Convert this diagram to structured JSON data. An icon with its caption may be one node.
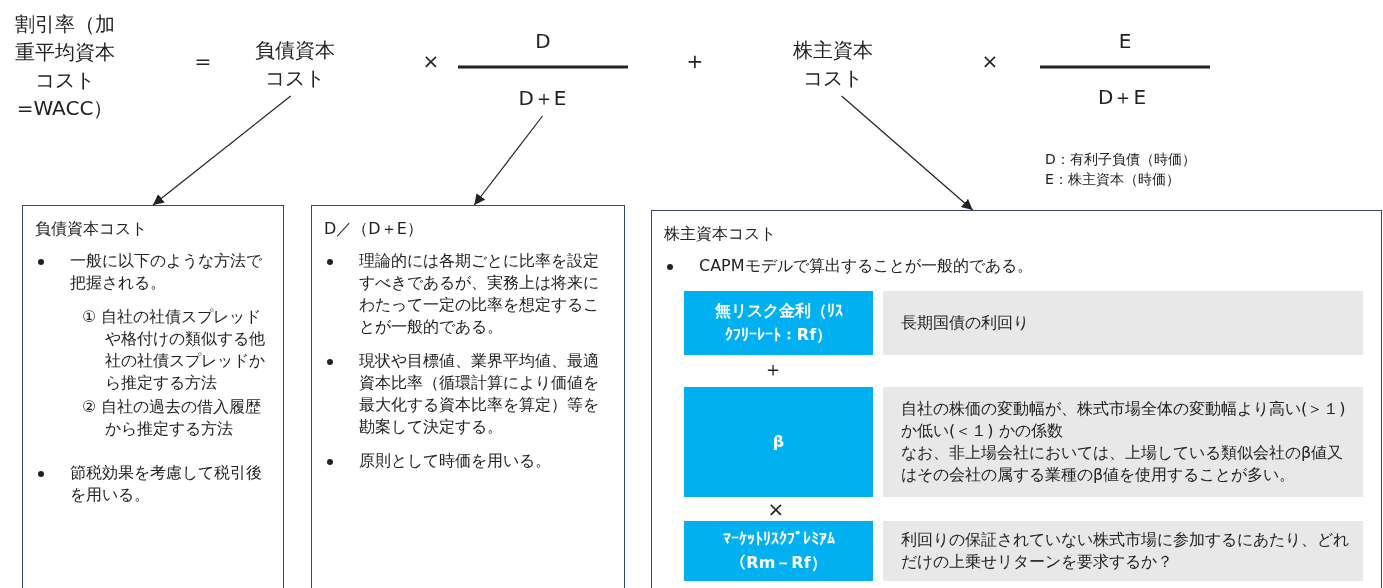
{
  "diagram": {
    "nodes": [
      {
        "text": [
          "負債資本コスト"
        ]
      },
      {
        "text": [
          "D＋E"
        ]
      },
      {
        "text": [
          "株主資本コスト"
        ]
      },
      {
        "text": [
          "負債資本コスト",
          "一般に以下のような方法で把握される。",
          "① 自社の社債スプレッドや格付けの類似する他社の社債スプレッドから推定する方法",
          "② 自社の過去の借入履歴から推定する方法",
          "節税効果を考慮して税引後を用いる。"
        ]
      },
      {
        "text": [
          "D／（D＋E）",
          "理論的には各期ごとに比率を設定すべきであるが、実務上は将来にわたって一定の比率を想定することが一般的である。",
          "現状や目標値、業界平均値、最適資本比率（循環計算により価値を最大化する資本比率を算定）等を勘案して決定する。",
          "原則として時価を用いる。"
        ]
      },
      {
        "text": [
          "株主資本コスト",
          "CAPMモデルで算出することが一般的である。"
        ]
      },
      {
        "text": [
          "無リスク金利（ﾘｽｸﾌﾘｰﾚｰﾄ：Rf）"
        ],
        "in": 5
      },
      {
        "text": [
          "長期国債の利回り"
        ],
        "in": 5
      },
      {
        "text": [
          "β"
        ],
        "in": 5
      },
      {
        "text": [
          "自社の株価の変動幅が、株式市場全体の変動幅より高い(＞１) か低い(＜１) かの係数",
          "なお、非上場会社においては、上場している類似会社のβ値又はその会社の属する業種のβ値を使用することが多い。"
        ],
        "in": 5
      },
      {
        "text": [
          "ﾏｰｹｯﾄﾘｽｸﾌﾟﾚﾐｱﾑ（Rm－Rf）"
        ],
        "in": 5
      },
      {
        "text": [
          "利回りの保証されていない株式市場に参加するにあたり、どれだけの上乗せリターンを要求するか？"
        ],
        "in": 5
      }
    ],
    "edges": [
      {
        "from": 0,
        "to": 3,
        "arrow": "to"
      },
      {
        "from": 1,
        "to": 4,
        "arrow": "to"
      },
      {
        "from": 2,
        "to": 5,
        "arrow": "to"
      }
    ],
    "labels": [
      "割引率（加重平均資本コスト=WACC）",
      "=",
      "×",
      "D",
      "+",
      "×",
      "E",
      "D＋E",
      "D：有利子負債（時価）",
      "E：株主資本（時価）",
      "＋",
      "×"
    ]
  }
}
